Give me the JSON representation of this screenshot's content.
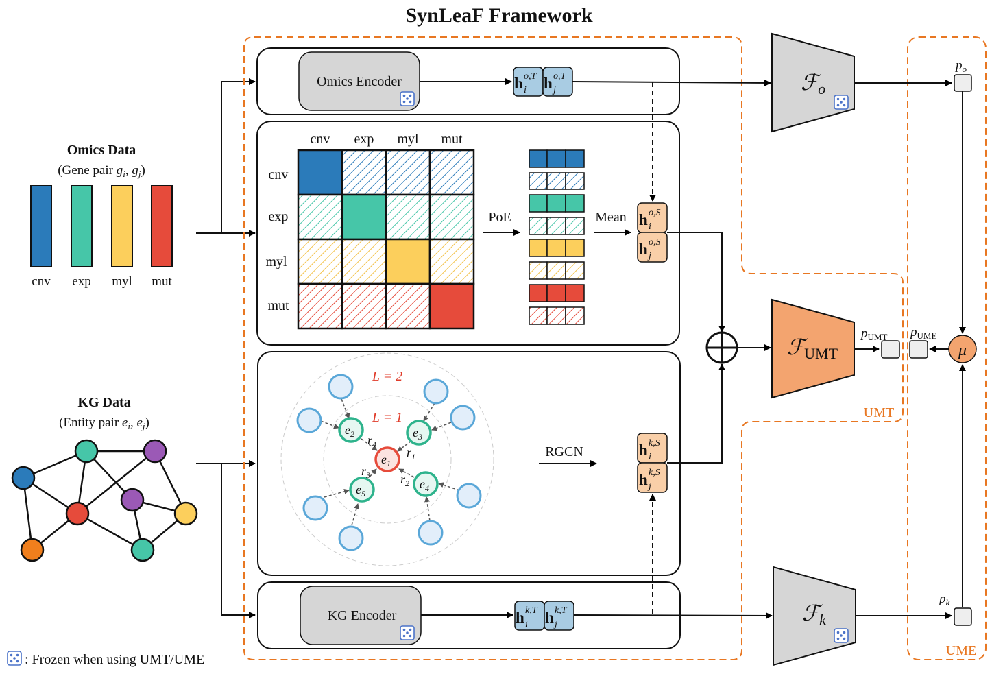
{
  "title": "SynLeaF Framework",
  "omics_data": {
    "title": "Omics Data",
    "subtitle": "(Gene pair g_i, g_j)",
    "bars": [
      {
        "label": "cnv",
        "color": "#2b7bba"
      },
      {
        "label": "exp",
        "color": "#46c6a8"
      },
      {
        "label": "myl",
        "color": "#fccf5c"
      },
      {
        "label": "mut",
        "color": "#e64b3b"
      }
    ]
  },
  "kg_data": {
    "title": "KG Data",
    "subtitle": "(Entity pair e_i, e_j)"
  },
  "omics_encoder": {
    "label": "Omics Encoder"
  },
  "kg_encoder": {
    "label": "KG Encoder"
  },
  "matrix": {
    "columns": [
      "cnv",
      "exp",
      "myl",
      "mut"
    ],
    "rows": [
      "cnv",
      "exp",
      "myl",
      "mut"
    ]
  },
  "labels": {
    "poe": "PoE",
    "mean": "Mean",
    "rgcn": "RGCN",
    "l2": "L = 2",
    "l1": "L = 1",
    "umt": "UMT",
    "ume": "UME",
    "legend": ": Frozen when using UMT/UME"
  },
  "graph_nodes": {
    "center": "e1",
    "others": [
      "e2",
      "e3",
      "e4",
      "e5"
    ],
    "relations": [
      "r1",
      "r2",
      "r3",
      "r4"
    ]
  },
  "embeddings": {
    "omics_T": [
      "h_i^{o,T}",
      "h_j^{o,T}"
    ],
    "omics_S": [
      "h_i^{o,S}",
      "h_j^{o,S}"
    ],
    "kg_S": [
      "h_i^{k,S}",
      "h_j^{k,S}"
    ],
    "kg_T": [
      "h_i^{k,T}",
      "h_j^{k,T}"
    ]
  },
  "heads": {
    "f_o": "F_o",
    "f_umt": "F_UMT",
    "f_k": "F_k",
    "mu": "μ",
    "p_o": "p_o",
    "p_umt": "p_UMT",
    "p_ume": "p_UME",
    "p_k": "p_k"
  },
  "colors": {
    "blue": "#2b7bba",
    "teal": "#46c6a8",
    "yellow": "#fccf5c",
    "red": "#e64b3b",
    "orange_dash": "#e87722",
    "emb_blue": "#a9cce3",
    "emb_orange": "#f9cfa8",
    "umt_fill": "#f3a46f",
    "gray_fill": "#d6d6d6"
  }
}
